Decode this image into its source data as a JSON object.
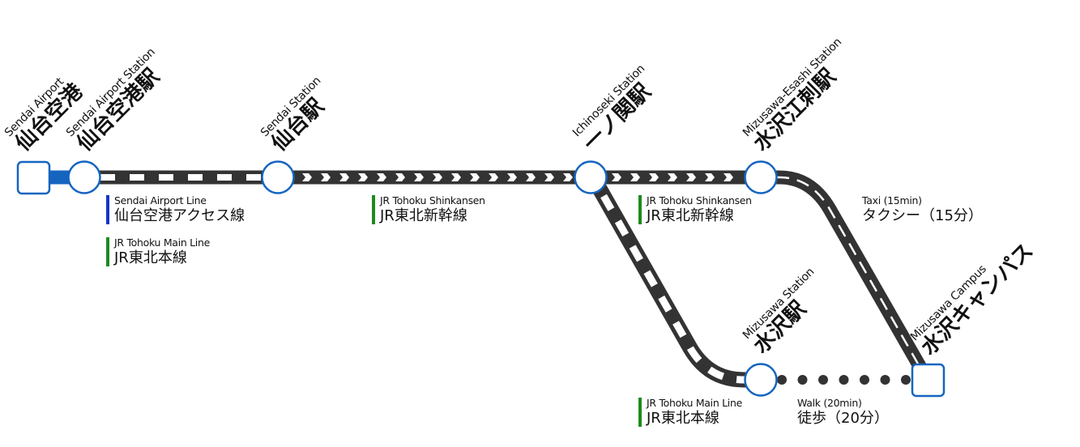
{
  "colors": {
    "track": "#333333",
    "sendai_airport_line": "#1565c0",
    "jr_line": "#1e8a1e",
    "node_stroke": "#1565c0",
    "node_fill": "#ffffff",
    "dash": "#ffffff"
  },
  "stations": {
    "sendai_airport": {
      "en": "Sendai Airport",
      "ja": "仙台空港"
    },
    "sendai_airport_station": {
      "en": "Sendai Airport Station",
      "ja": "仙台空港駅"
    },
    "sendai_station": {
      "en": "Sendai Station",
      "ja": "仙台駅"
    },
    "ichinoseki_station": {
      "en": "Ichinoseki Station",
      "ja": "一ノ関駅"
    },
    "mizusawa_esashi_station": {
      "en": "Mizusawa-Esashi Station",
      "ja": "水沢江刺駅"
    },
    "mizusawa_station": {
      "en": "Mizusawa Station",
      "ja": "水沢駅"
    },
    "mizusawa_campus": {
      "en": "Mizusawa Campus",
      "ja": "水沢キャンパス"
    }
  },
  "lines": {
    "airport_line": {
      "en": "Sendai Airport Line",
      "ja": "仙台空港アクセス線"
    },
    "main_line_1": {
      "en": "JR Tohoku Main Line",
      "ja": "JR東北本線"
    },
    "shinkansen_1": {
      "en": "JR Tohoku Shinkansen",
      "ja": "JR東北新幹線"
    },
    "shinkansen_2": {
      "en": "JR Tohoku Shinkansen",
      "ja": "JR東北新幹線"
    },
    "main_line_2": {
      "en": "JR Tohoku Main Line",
      "ja": "JR東北本線"
    }
  },
  "modes": {
    "taxi": {
      "en": "Taxi (15min)",
      "ja": "タクシー（15分）"
    },
    "walk": {
      "en": "Walk (20min)",
      "ja": "徒歩（20分）"
    }
  }
}
